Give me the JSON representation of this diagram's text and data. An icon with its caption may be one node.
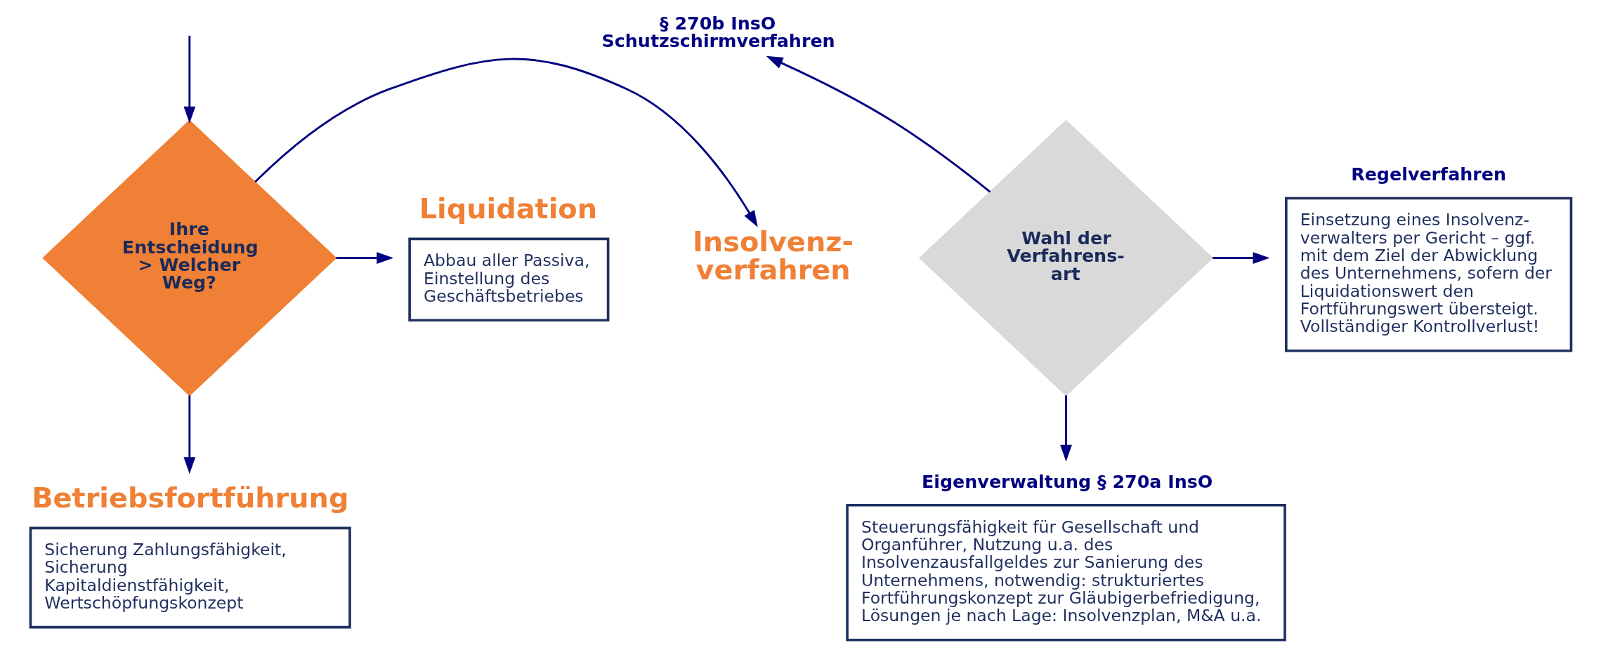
{
  "diagram": {
    "nodes": [
      {
        "text": [
          "Ihre Entscheidung > Welcher Weg?"
        ]
      },
      {
        "text": [
          "Liquidation",
          "Abbau aller Passiva, Einstellung des Geschäftsbetriebes"
        ]
      },
      {
        "text": [
          "Insolvenz- verfahren"
        ]
      },
      {
        "text": [
          "Betriebsfortführung",
          "Sicherung Zahlungsfähigkeit, Sicherung Kapitaldienstfähigkeit, Wertschöpfungskonzept"
        ]
      },
      {
        "text": [
          "Wahl der Verfahrens- art"
        ]
      },
      {
        "text": [
          "§ 270b InsO Schutzschirmverfahren"
        ]
      },
      {
        "text": [
          "Regelverfahren",
          "Einsetzung eines Insolvenz- verwalters per Gericht – ggf. mit dem Ziel der Abwicklung des Unternehmens, sofern der Liquidationswert den Fortführungswert übersteigt. Vollständiger Kontrollverlust!"
        ]
      },
      {
        "text": [
          "Eigenverwaltung § 270a InsO",
          "Steuerungsfähigkeit für Gesellschaft und Organführer, Nutzung u.a. des Insolvenzausfallgeldes zur Sanierung des Unternehmens, notwendig: strukturiertes Fortführungskonzept zur Gläubigerbefriedigung, Lösungen je nach Lage: Insolvenzplan, M&A u.a."
        ]
      }
    ],
    "edges": [
      {
        "from": null,
        "to": 0,
        "arrow": "to"
      },
      {
        "from": 0,
        "to": 1,
        "arrow": "to"
      },
      {
        "from": 0,
        "to": 2,
        "arrow": "to"
      },
      {
        "from": 0,
        "to": 3,
        "arrow": "to"
      },
      {
        "from": 4,
        "to": 5,
        "arrow": "to"
      },
      {
        "from": 4,
        "to": 6,
        "arrow": "to"
      },
      {
        "from": 4,
        "to": 7,
        "arrow": "to"
      }
    ]
  }
}
